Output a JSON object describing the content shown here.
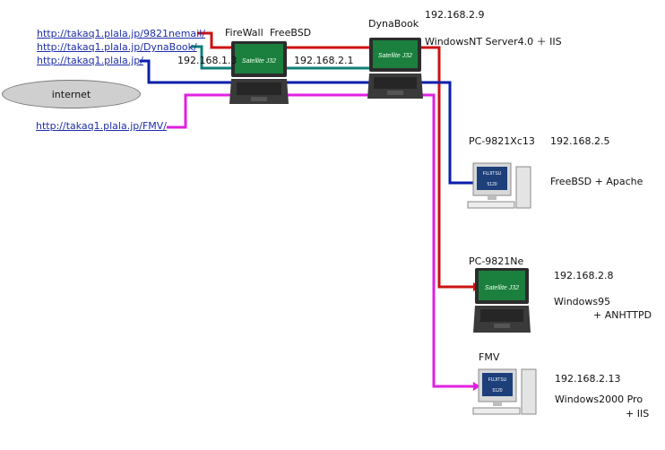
{
  "links": [
    {
      "text": "http://takaq1.plala.jp/9821nemail/"
    },
    {
      "text": "http://takaq1.plala.jp/DynaBook/"
    },
    {
      "text": "http://takaq1.plala.jp/"
    },
    {
      "text": "http://takaq1.plala.jp/FMV/"
    }
  ],
  "internet_label": "internet",
  "firewall": {
    "name": "FireWall",
    "os": "FreeBSD",
    "ip_outer": "192.168.1.3",
    "ip_inner": "192.168.2.1"
  },
  "dynabook": {
    "name": "DynaBook",
    "ip": "192.168.2.9",
    "os": "WindowsNT Server4.0 ＋ IIS"
  },
  "pc9821xc13": {
    "name": "PC-9821Xc13",
    "ip": "192.168.2.5",
    "os": "FreeBSD + Apache"
  },
  "pc9821ne": {
    "name": "PC-9821Ne",
    "ip": "192.168.2.8",
    "os_line1": "Windows95",
    "os_line2": "+ ANHTTPD"
  },
  "fmv": {
    "name": "FMV",
    "ip": "192.168.2.13",
    "os_line1": "Windows2000 Pro",
    "os_line2": "+ IIS"
  },
  "laptop_brand": "Satellite J32",
  "monitor_brand": "FUJITSU",
  "monitor_model": "5120",
  "colors": {
    "red": "#cc1111",
    "teal": "#0e7f7a",
    "blue": "#0a1eaa",
    "magenta": "#e020e0"
  }
}
